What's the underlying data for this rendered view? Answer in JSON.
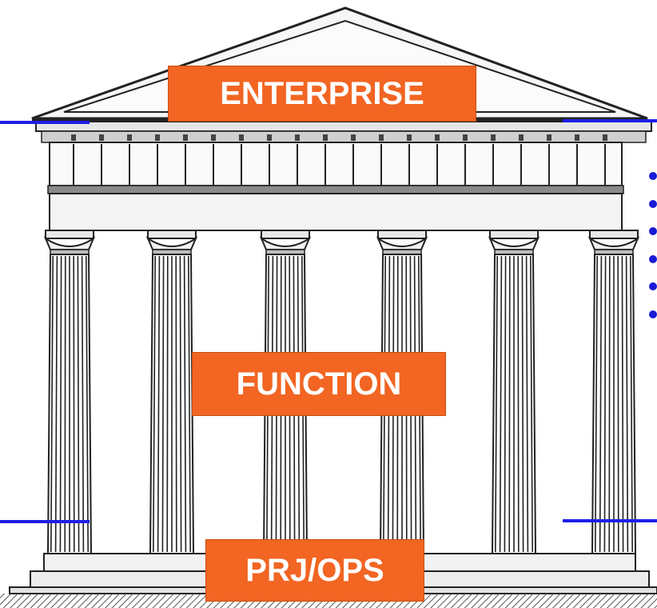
{
  "labels": {
    "enterprise": "ENTERPRISE",
    "function": "FUNCTION",
    "prj_ops": "PRJ/OPS"
  },
  "icons": {
    "building": "greek-temple-icon"
  },
  "colors": {
    "label_fill": "#f26522",
    "label_text": "#ffffff",
    "divider_line": "#1e1ee6",
    "bullet": "#1a1ad6",
    "drawing_ink": "#222222",
    "ground_hatch": "#555555"
  },
  "bullets": 6
}
